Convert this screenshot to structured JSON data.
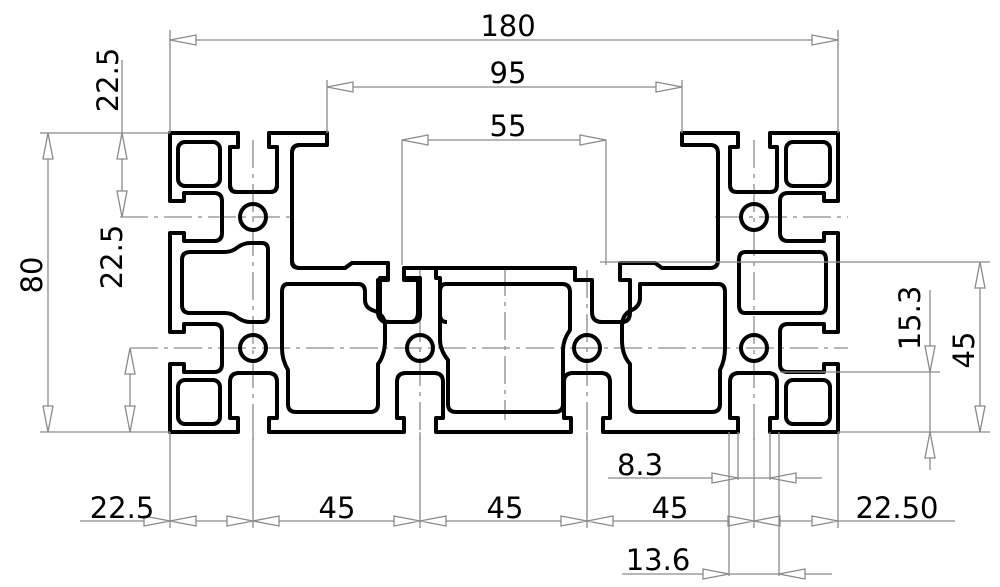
{
  "drawing": {
    "title": "Aluminium profile 80x180 cross-section",
    "units": "mm",
    "dimensions": {
      "overall_width": "180",
      "channel_width": "95",
      "channel_inner_width": "55",
      "top_offset": "22.5",
      "side_offset": "22.5",
      "overall_height": "80",
      "slot_depth": "15.3",
      "half_height": "45",
      "bottom_left": "22.5",
      "pitch_1": "45",
      "pitch_2": "45",
      "pitch_3": "45",
      "bottom_right": "22.50",
      "slot_opening": "8.3",
      "slot_inner": "13.6"
    }
  }
}
